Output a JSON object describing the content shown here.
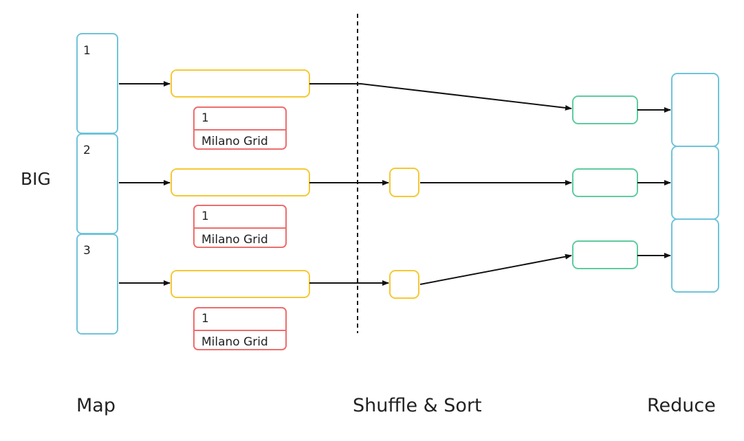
{
  "labels": {
    "input": "BIG",
    "map": "Map",
    "shuffle": "Shuffle & Sort",
    "reduce": "Reduce"
  },
  "chunks": [
    {
      "id": "1"
    },
    {
      "id": "2"
    },
    {
      "id": "3"
    }
  ],
  "records": [
    {
      "key": "1",
      "value": "Milano Grid"
    },
    {
      "key": "1",
      "value": "Milano Grid"
    },
    {
      "key": "1",
      "value": "Milano Grid"
    }
  ],
  "colors": {
    "input_chunk": "#6ec3da",
    "map_output": "#f5c832",
    "shuffle_node": "#f5c832",
    "reduce_input": "#5ecb9e",
    "reduce_output": "#6ec3da",
    "record_card": "#ec6d6d",
    "arrow": "#111111",
    "divider": "#111111"
  }
}
